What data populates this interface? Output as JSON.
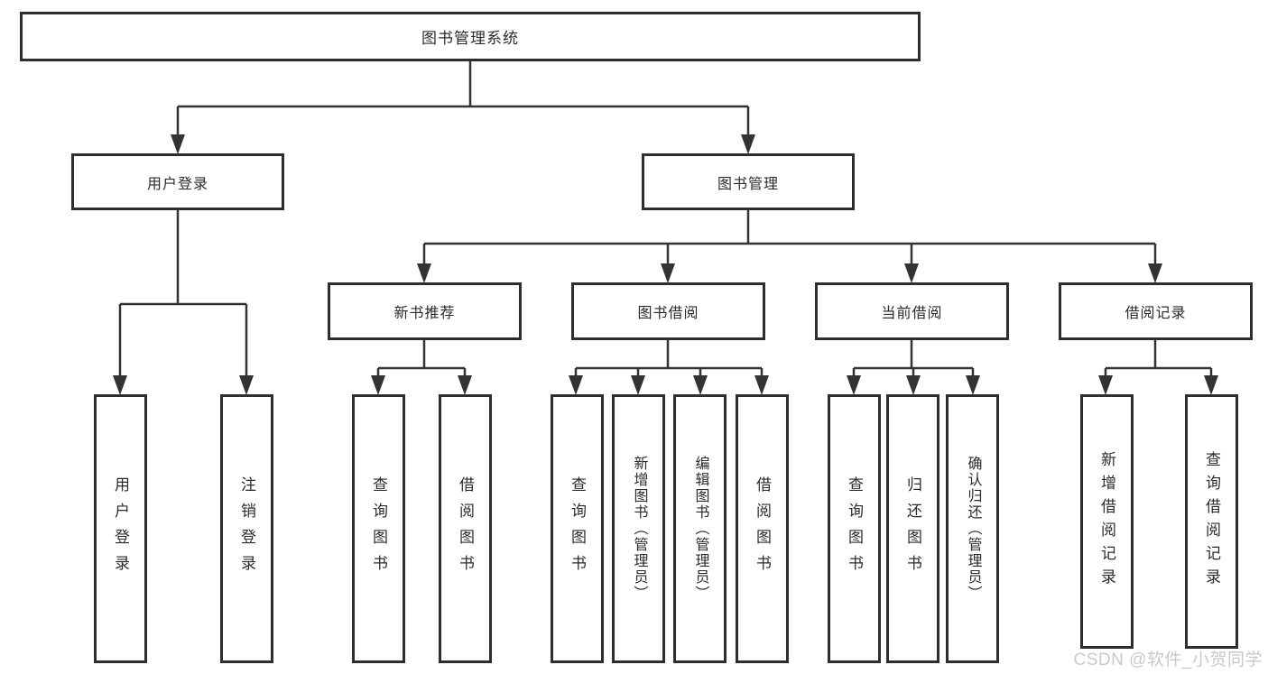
{
  "diagram": {
    "root": {
      "label": "图书管理系统"
    },
    "branches": [
      {
        "label": "用户登录",
        "children": [
          {
            "label": "用户登录"
          },
          {
            "label": "注销登录"
          }
        ]
      },
      {
        "label": "图书管理",
        "sections": [
          {
            "label": "新书推荐",
            "children": [
              {
                "label": "查询图书"
              },
              {
                "label": "借阅图书"
              }
            ]
          },
          {
            "label": "图书借阅",
            "children": [
              {
                "label": "查询图书"
              },
              {
                "label": "新增图书（管理员）"
              },
              {
                "label": "编辑图书（管理员）"
              },
              {
                "label": "借阅图书"
              }
            ]
          },
          {
            "label": "当前借阅",
            "children": [
              {
                "label": "查询图书"
              },
              {
                "label": "归还图书"
              },
              {
                "label": "确认归还（管理员）"
              }
            ]
          },
          {
            "label": "借阅记录",
            "children": [
              {
                "label": "新增借阅记录"
              },
              {
                "label": "查询借阅记录"
              }
            ]
          }
        ]
      }
    ]
  },
  "watermark": {
    "text": "CSDN @软件_小贺同学"
  },
  "colors": {
    "line": "#333333",
    "box_border": "#2e2e2e",
    "text": "#2b2b2b",
    "background": "#ffffff",
    "watermark": "#c9c9c9"
  }
}
